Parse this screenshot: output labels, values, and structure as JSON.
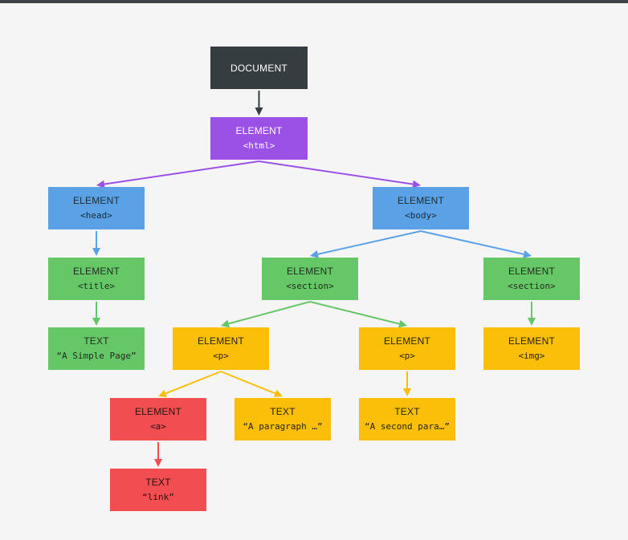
{
  "colors": {
    "document": "#363d41",
    "purple": "#9b51e6",
    "blue": "#5aa1e6",
    "green": "#66c766",
    "yellow": "#fbbf09",
    "red": "#f24e52"
  },
  "nodes": [
    {
      "id": "document",
      "type": "DOCUMENT",
      "tag": "",
      "color": "document",
      "text_color": "#ffffff"
    },
    {
      "id": "html",
      "type": "ELEMENT",
      "tag": "<html>",
      "color": "purple",
      "text_color": "#ffffff"
    },
    {
      "id": "head",
      "type": "ELEMENT",
      "tag": "<head>",
      "color": "blue",
      "text_color": "#1f2a33"
    },
    {
      "id": "body",
      "type": "ELEMENT",
      "tag": "<body>",
      "color": "blue",
      "text_color": "#1f2a33"
    },
    {
      "id": "title",
      "type": "ELEMENT",
      "tag": "<title>",
      "color": "green",
      "text_color": "#1f2a1f"
    },
    {
      "id": "section1",
      "type": "ELEMENT",
      "tag": "<section>",
      "color": "green",
      "text_color": "#1f2a1f"
    },
    {
      "id": "section2",
      "type": "ELEMENT",
      "tag": "<section>",
      "color": "green",
      "text_color": "#1f2a1f"
    },
    {
      "id": "title-text",
      "type": "TEXT",
      "tag": "“A Simple Page”",
      "color": "green",
      "text_color": "#1f2a1f"
    },
    {
      "id": "p1",
      "type": "ELEMENT",
      "tag": "<p>",
      "color": "yellow",
      "text_color": "#2a2310"
    },
    {
      "id": "p2",
      "type": "ELEMENT",
      "tag": "<p>",
      "color": "yellow",
      "text_color": "#2a2310"
    },
    {
      "id": "img",
      "type": "ELEMENT",
      "tag": "<img>",
      "color": "yellow",
      "text_color": "#2a2310"
    },
    {
      "id": "a",
      "type": "ELEMENT",
      "tag": "<a>",
      "color": "red",
      "text_color": "#2a1010"
    },
    {
      "id": "p1-text",
      "type": "TEXT",
      "tag": "“A paragraph …”",
      "color": "yellow",
      "text_color": "#2a2310"
    },
    {
      "id": "p2-text",
      "type": "TEXT",
      "tag": "“A second para…”",
      "color": "yellow",
      "text_color": "#2a2310"
    },
    {
      "id": "a-text",
      "type": "TEXT",
      "tag": "“link”",
      "color": "red",
      "text_color": "#2a1010"
    }
  ],
  "edges": [
    {
      "from": "document",
      "to": "html",
      "color": "document"
    },
    {
      "from": "html",
      "to": "head",
      "color": "purple"
    },
    {
      "from": "html",
      "to": "body",
      "color": "purple"
    },
    {
      "from": "head",
      "to": "title",
      "color": "blue"
    },
    {
      "from": "body",
      "to": "section1",
      "color": "blue"
    },
    {
      "from": "body",
      "to": "section2",
      "color": "blue"
    },
    {
      "from": "title",
      "to": "title-text",
      "color": "green"
    },
    {
      "from": "section1",
      "to": "p1",
      "color": "green"
    },
    {
      "from": "section1",
      "to": "p2",
      "color": "green"
    },
    {
      "from": "section2",
      "to": "img",
      "color": "green"
    },
    {
      "from": "p1",
      "to": "a",
      "color": "yellow"
    },
    {
      "from": "p1",
      "to": "p1-text",
      "color": "yellow"
    },
    {
      "from": "p2",
      "to": "p2-text",
      "color": "yellow"
    },
    {
      "from": "a",
      "to": "a-text",
      "color": "red"
    }
  ]
}
